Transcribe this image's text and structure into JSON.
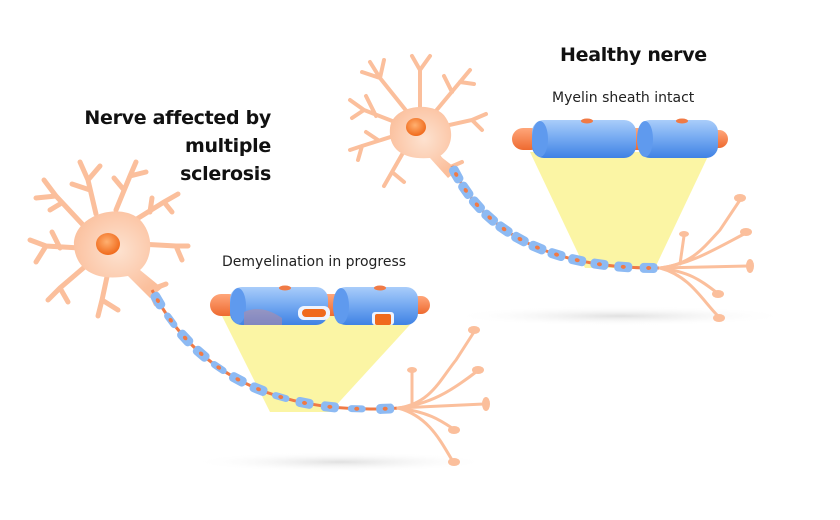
{
  "healthy": {
    "title": "Healthy nerve",
    "caption": "Myelin sheath intact",
    "axon_segments": 12
  },
  "ms": {
    "title_lines": [
      "Nerve affected by",
      "multiple",
      "sclerosis"
    ],
    "caption": "Demyelination in progress",
    "axon_segments": 12
  },
  "colors": {
    "neuron": "#fbbf9c",
    "neuron_dark": "#f4a67c",
    "nucleus": "#f47a2a",
    "myelin": "#7fb0f0",
    "myelin_dark": "#3d7fe0",
    "axon": "#f07a45",
    "highlight": "#fbf49a"
  }
}
